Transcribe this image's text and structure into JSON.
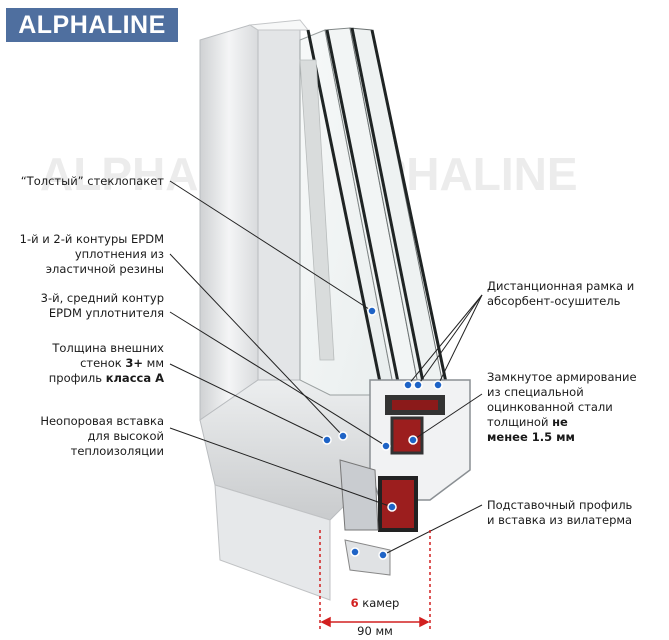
{
  "brand": "ALPHALINE",
  "colors": {
    "brand_bg": "#4f6f9f",
    "leader": "#222222",
    "marker": "#1e63c6",
    "dimension": "#d22020"
  },
  "labels": {
    "glass": "“Толстый” стеклопакет",
    "epdm12": [
      "1-й и 2-й контуры EPDM",
      "уплотнения из",
      "эластичной резины"
    ],
    "epdm3": [
      "3-й, средний контур",
      "EPDM уплотнителя"
    ],
    "walls": {
      "line1": "Толщина внешних",
      "line2_a": "стенок ",
      "line2_b": "3+",
      "line2_c": " мм",
      "line3_a": "профиль ",
      "line3_b": "класса А"
    },
    "insert": [
      "Неопоровая вставка",
      "для высокой",
      "теплоизоляции"
    ],
    "spacer": [
      "Дистанционная рамка и",
      "абсорбент-осушитель"
    ],
    "reinforcement": {
      "line1": "Замкнутое армирование",
      "line2": "из специальной",
      "line3": "оцинкованной стали",
      "line4_a": "толщиной ",
      "line4_b": "не",
      "line5": "менее 1.5 мм"
    },
    "base_profile": [
      "Подставочный профиль",
      "и вставка из вилатерма"
    ]
  },
  "dimension": {
    "chambers_num": "6",
    "chambers_word": " камер",
    "width": "90 мм"
  }
}
